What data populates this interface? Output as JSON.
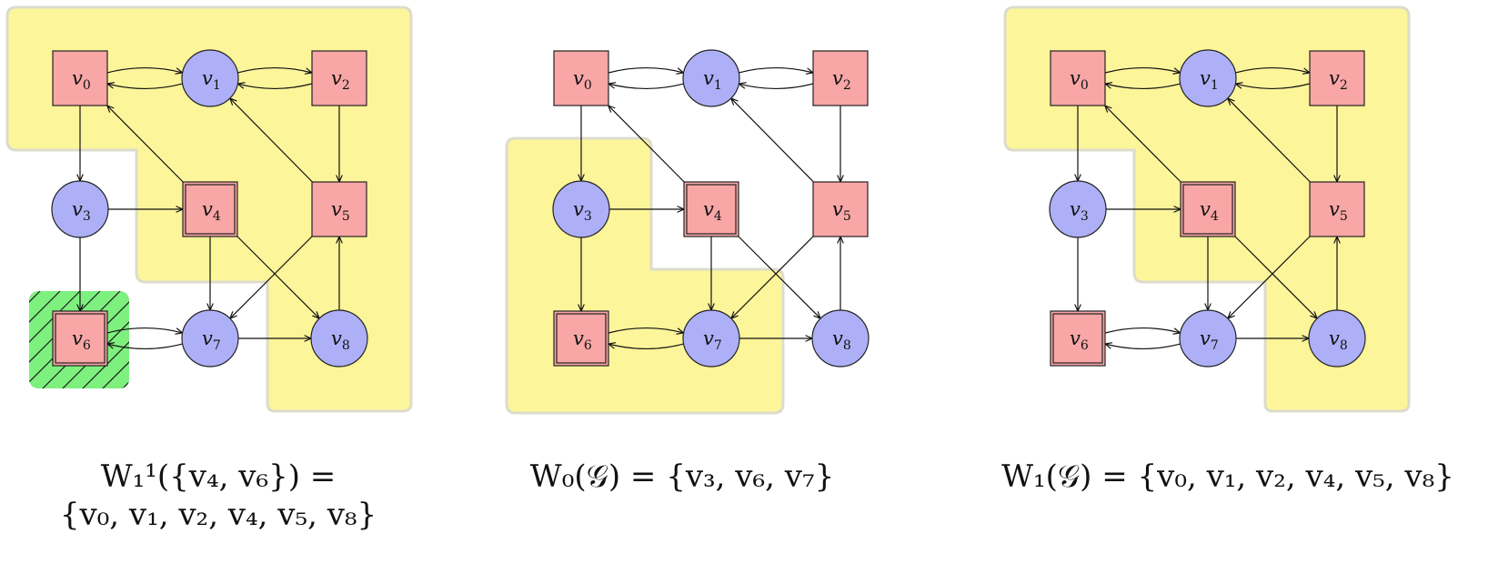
{
  "nodes": [
    {
      "id": "v0",
      "base": "v",
      "sub": "0",
      "shape": "square",
      "double": false
    },
    {
      "id": "v1",
      "base": "v",
      "sub": "1",
      "shape": "circle",
      "double": false
    },
    {
      "id": "v2",
      "base": "v",
      "sub": "2",
      "shape": "square",
      "double": false
    },
    {
      "id": "v3",
      "base": "v",
      "sub": "3",
      "shape": "circle",
      "double": false
    },
    {
      "id": "v4",
      "base": "v",
      "sub": "4",
      "shape": "square",
      "double": true
    },
    {
      "id": "v5",
      "base": "v",
      "sub": "5",
      "shape": "square",
      "double": false
    },
    {
      "id": "v6",
      "base": "v",
      "sub": "6",
      "shape": "square",
      "double": true
    },
    {
      "id": "v7",
      "base": "v",
      "sub": "7",
      "shape": "circle",
      "double": false
    },
    {
      "id": "v8",
      "base": "v",
      "sub": "8",
      "shape": "circle",
      "double": false
    }
  ],
  "edges": [
    {
      "from": "v0",
      "to": "v1",
      "bend": "up"
    },
    {
      "from": "v1",
      "to": "v0",
      "bend": "down"
    },
    {
      "from": "v1",
      "to": "v2",
      "bend": "up"
    },
    {
      "from": "v2",
      "to": "v1",
      "bend": "down"
    },
    {
      "from": "v0",
      "to": "v3",
      "bend": "none"
    },
    {
      "from": "v2",
      "to": "v5",
      "bend": "none"
    },
    {
      "from": "v3",
      "to": "v4",
      "bend": "none"
    },
    {
      "from": "v4",
      "to": "v0",
      "bend": "none"
    },
    {
      "from": "v5",
      "to": "v1",
      "bend": "none"
    },
    {
      "from": "v3",
      "to": "v6",
      "bend": "none"
    },
    {
      "from": "v4",
      "to": "v7",
      "bend": "none"
    },
    {
      "from": "v4",
      "to": "v8",
      "bend": "none"
    },
    {
      "from": "v5",
      "to": "v7",
      "bend": "none"
    },
    {
      "from": "v8",
      "to": "v5",
      "bend": "none"
    },
    {
      "from": "v6",
      "to": "v7",
      "bend": "up"
    },
    {
      "from": "v7",
      "to": "v6",
      "bend": "down"
    },
    {
      "from": "v7",
      "to": "v8",
      "bend": "none"
    }
  ],
  "panels": [
    {
      "id": "panel-1",
      "yellow_region": "L",
      "green_region": true,
      "caption_lines": [
        "W₁¹({v₄, v₆}) =",
        "{v₀, v₁, v₂, v₄, v₅, v₈}"
      ]
    },
    {
      "id": "panel-2",
      "yellow_region": "bottom-left",
      "green_region": false,
      "caption_lines": [
        "W₀(𝒢) = {v₃, v₆, v₇}"
      ]
    },
    {
      "id": "panel-3",
      "yellow_region": "L",
      "green_region": false,
      "caption_lines": [
        "W₁(𝒢) = {v₀, v₁, v₂, v₄, v₅, v₈}"
      ]
    }
  ],
  "colors": {
    "player0_node": "#adb0f7",
    "player1_node": "#f8a6a6",
    "winning_region": "#fdf59a",
    "target_region": "#7ef07e"
  }
}
